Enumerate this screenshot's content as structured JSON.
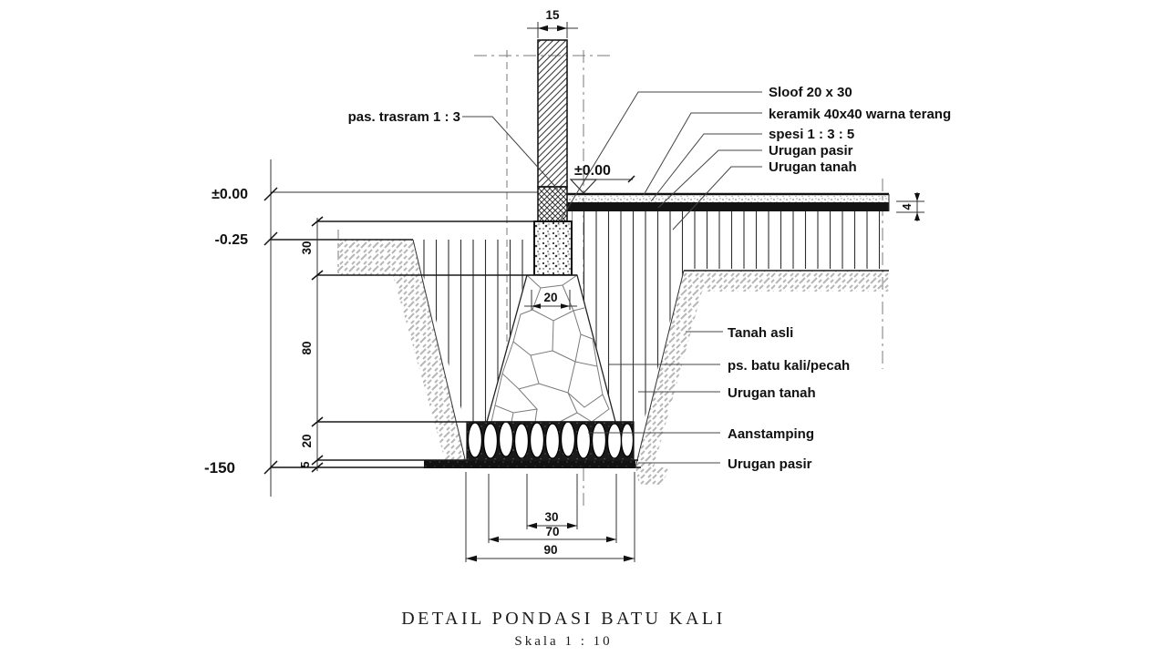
{
  "title": {
    "main": "DETAIL PONDASI BATU KALI",
    "scale": "Skala  1  :  10"
  },
  "levels": {
    "floor_left": "±0.00",
    "ground_left": "-0.25",
    "base_left": "-150",
    "floor_mid": "±0.00"
  },
  "dims": {
    "wall_width": "15",
    "sloof_height": "30",
    "foundation_height": "80",
    "aanstamping_height": "20",
    "sand_height": "5",
    "foundation_top_width": "20",
    "bottom_inner": "30",
    "bottom_mid": "70",
    "bottom_outer": "90",
    "floor_package": "4"
  },
  "callouts": {
    "trasram": "pas. trasram 1 : 3",
    "sloof": "Sloof 20 x 30",
    "keramik": "keramik 40x40 warna terang",
    "spesi": "spesi 1 : 3 : 5",
    "urugan_pasir_top": "Urugan pasir",
    "urugan_tanah_top": "Urugan tanah",
    "tanah_asli": "Tanah asli",
    "batu_kali": "ps. batu kali/pecah",
    "urugan_tanah_mid": "Urugan tanah",
    "aanstamping": "Aanstamping",
    "urugan_pasir_mid": "Urugan pasir"
  }
}
